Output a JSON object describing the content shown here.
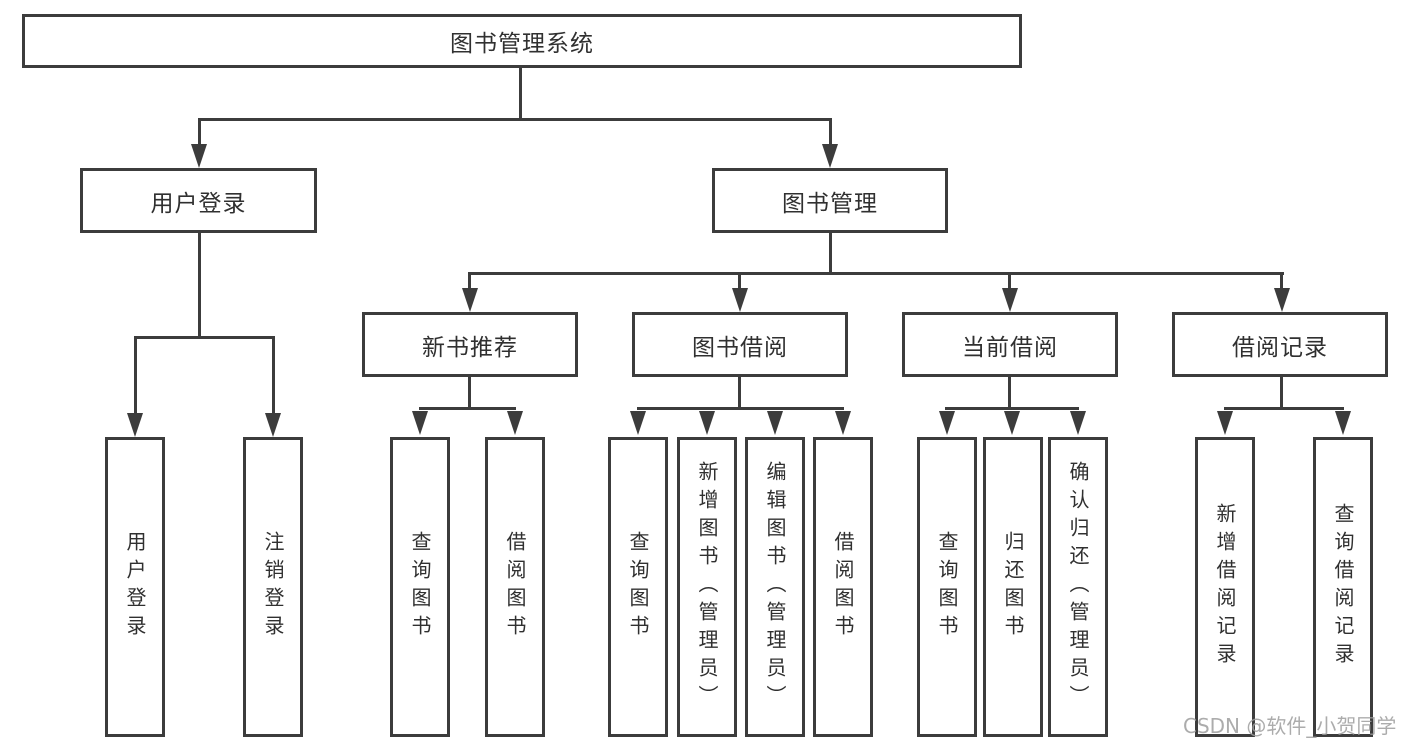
{
  "nodes": {
    "root": {
      "label": "图书管理系统"
    },
    "user_login": {
      "label": "用户登录"
    },
    "book_mgmt": {
      "label": "图书管理"
    },
    "new_book_rec": {
      "label": "新书推荐"
    },
    "book_borrow": {
      "label": "图书借阅"
    },
    "current_borrow": {
      "label": "当前借阅"
    },
    "borrow_record": {
      "label": "借阅记录"
    },
    "leaf_user_login": {
      "label": "用户登录"
    },
    "leaf_logout_login": {
      "label": "注销登录"
    },
    "leaf_query_book_a": {
      "label": "查询图书"
    },
    "leaf_borrow_book_a": {
      "label": "借阅图书"
    },
    "leaf_query_book_b": {
      "label": "查询图书"
    },
    "leaf_add_book": {
      "label": "新增图书（管理员）"
    },
    "leaf_edit_book": {
      "label": "编辑图书（管理员）"
    },
    "leaf_borrow_book_b": {
      "label": "借阅图书"
    },
    "leaf_query_book_c": {
      "label": "查询图书"
    },
    "leaf_return_book": {
      "label": "归还图书"
    },
    "leaf_confirm_return": {
      "label": "确认归还（管理员）"
    },
    "leaf_add_record": {
      "label": "新增借阅记录"
    },
    "leaf_query_record": {
      "label": "查询借阅记录"
    }
  },
  "edges": [
    [
      "图书管理系统",
      "用户登录"
    ],
    [
      "图书管理系统",
      "图书管理"
    ],
    [
      "用户登录",
      "用户登录"
    ],
    [
      "用户登录",
      "注销登录"
    ],
    [
      "图书管理",
      "新书推荐"
    ],
    [
      "图书管理",
      "图书借阅"
    ],
    [
      "图书管理",
      "当前借阅"
    ],
    [
      "图书管理",
      "借阅记录"
    ],
    [
      "新书推荐",
      "查询图书"
    ],
    [
      "新书推荐",
      "借阅图书"
    ],
    [
      "图书借阅",
      "查询图书"
    ],
    [
      "图书借阅",
      "新增图书（管理员）"
    ],
    [
      "图书借阅",
      "编辑图书（管理员）"
    ],
    [
      "图书借阅",
      "借阅图书"
    ],
    [
      "当前借阅",
      "查询图书"
    ],
    [
      "当前借阅",
      "归还图书"
    ],
    [
      "当前借阅",
      "确认归还（管理员）"
    ],
    [
      "借阅记录",
      "新增借阅记录"
    ],
    [
      "借阅记录",
      "查询借阅记录"
    ]
  ],
  "watermark": {
    "text": "CSDN @软件_小贺同学"
  },
  "colors": {
    "line": "#3c3c3c",
    "box_border": "#3c3c3c",
    "text": "#303030",
    "background": "#ffffff",
    "watermark": "#9e9e9e"
  }
}
